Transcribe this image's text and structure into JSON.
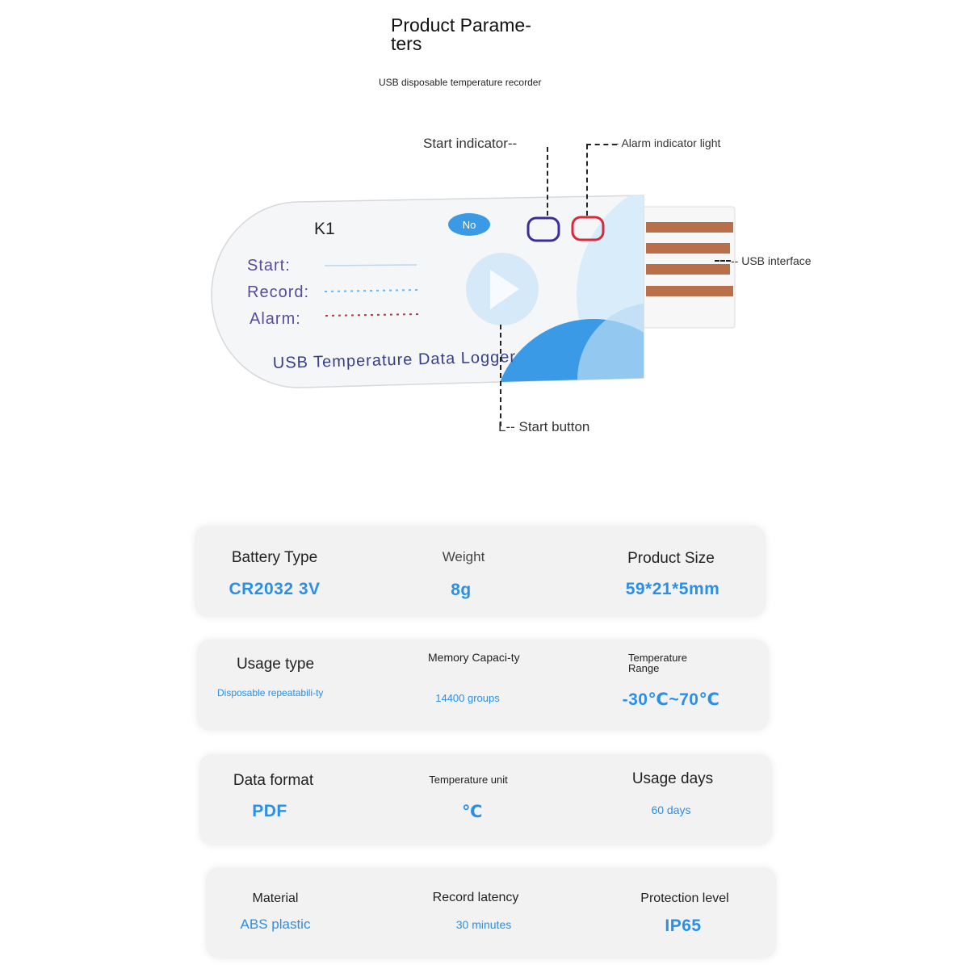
{
  "header": {
    "title_line1": "Product Parame-",
    "title_line2": "ters",
    "subtitle": "USB disposable temperature recorder"
  },
  "diagram": {
    "callouts": {
      "start_indicator": "Start indicator--",
      "alarm_indicator": "-- Alarm indicator light",
      "usb_interface": "-- USB interface",
      "start_button": "L-- Start button"
    },
    "device": {
      "model": "K1",
      "badge": "No",
      "start_label": "Start:",
      "record_label": "Record:",
      "alarm_label": "Alarm:",
      "name": "USB Temperature Data Logger"
    },
    "colors": {
      "accent_blue": "#2b8fe6",
      "label_purple": "#5a4a9a",
      "start_led": "#3b2c9c",
      "alarm_led": "#d42a3a",
      "usb_contact": "#b9704a"
    }
  },
  "specs": {
    "rows": [
      [
        {
          "label": "Battery Type",
          "value": "CR2032 3V"
        },
        {
          "label": "Weight",
          "value": "8g"
        },
        {
          "label": "Product Size",
          "value": "59*21*5mm"
        }
      ],
      [
        {
          "label": "Usage type",
          "value": "Disposable repeatabili-ty"
        },
        {
          "label": "Memory Capaci-ty",
          "value": "14400 groups"
        },
        {
          "label": "Temperature Range",
          "value": "-30℃~70℃"
        }
      ],
      [
        {
          "label": "Data format",
          "value": "PDF"
        },
        {
          "label": "Temperature unit",
          "value": "℃"
        },
        {
          "label": "Usage days",
          "value": "60 days"
        }
      ],
      [
        {
          "label": "Material",
          "value": "ABS plastic"
        },
        {
          "label": "Record latency",
          "value": "30 minutes"
        },
        {
          "label": "Protection level",
          "value": "IP65"
        }
      ]
    ]
  }
}
